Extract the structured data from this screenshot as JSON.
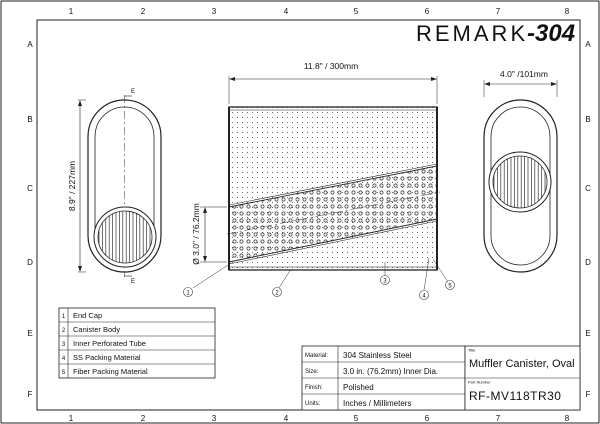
{
  "brand": {
    "text": "REMARK",
    "suffix": "-304"
  },
  "grid": {
    "columns": [
      "1",
      "2",
      "3",
      "4",
      "5",
      "6",
      "7",
      "8"
    ],
    "rows": [
      "A",
      "B",
      "C",
      "D",
      "E",
      "F"
    ]
  },
  "dimensions": {
    "length": "11.8\" / 300mm",
    "width": "4.0\" /101mm",
    "height": "8.9\" / 227mm",
    "tube_diameter": "Ø 3.0\" / 76.2mm",
    "section_letter": "E"
  },
  "callouts": [
    "1",
    "2",
    "3",
    "4",
    "5"
  ],
  "parts": [
    {
      "num": "1",
      "name": "End Cap"
    },
    {
      "num": "2",
      "name": "Canister Body"
    },
    {
      "num": "3",
      "name": "Inner Perforated Tube"
    },
    {
      "num": "4",
      "name": "SS Packing Material"
    },
    {
      "num": "5",
      "name": "Fiber Packing Material"
    }
  ],
  "specs": [
    {
      "label": "Material:",
      "value": "304 Stainless Steel"
    },
    {
      "label": "Size:",
      "value": "3.0 in. (76.2mm) Inner Dia."
    },
    {
      "label": "Finish:",
      "value": "Polished"
    },
    {
      "label": "Units:",
      "value": "Inches / Millimeters"
    }
  ],
  "title_block": {
    "title_label": "Title",
    "title": "Muffler Canister, Oval",
    "part_label": "Part Number",
    "part_number": "RF-MV118TR30"
  }
}
